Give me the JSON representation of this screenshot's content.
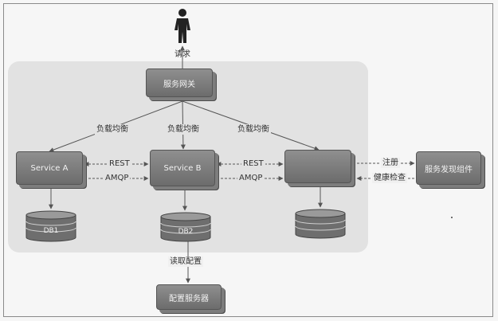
{
  "diagram": {
    "nodes": {
      "gateway": "服务网关",
      "service_a": "Service A",
      "service_b": "Service B",
      "service_c": "",
      "discovery": "服务发现组件",
      "config_server": "配置服务器"
    },
    "databases": {
      "db1": "DB1",
      "db2": "DB2",
      "db3": ""
    },
    "edges": {
      "request": "请求",
      "load_balance_1": "负载均衡",
      "load_balance_2": "负载均衡",
      "load_balance_3": "负载均衡",
      "rest_1": "REST",
      "amqp_1": "AMQP",
      "rest_2": "REST",
      "amqp_2": "AMQP",
      "register": "注册",
      "health_check": "健康检查",
      "read_config": "读取配置"
    }
  },
  "colors": {
    "node_fill": "#7d7d7d",
    "region_fill": "#e2e2e2",
    "line": "#555555"
  },
  "icons": {
    "user": "person-icon"
  }
}
